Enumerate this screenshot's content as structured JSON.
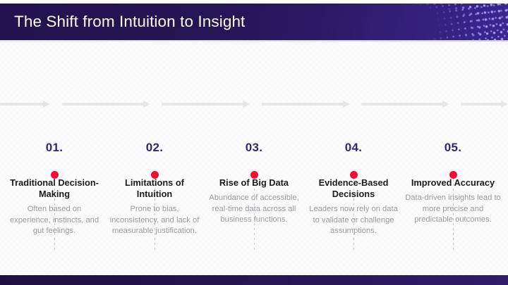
{
  "header": {
    "title": "The Shift from Intuition to Insight",
    "bg_color_start": "#22134f",
    "bg_color_end": "#3a2790",
    "title_color": "#ffffff",
    "dot_pattern_color": "#9687eb"
  },
  "timeline": {
    "accent_color": "#fa0a32",
    "track_color": "#e6e6e8",
    "number_color": "#2f2a70",
    "connector_color": "#c9c9cf",
    "steps": [
      {
        "number": "01.",
        "title": "Traditional Decision-Making",
        "description": "Often based on experience, instincts, and gut feelings."
      },
      {
        "number": "02.",
        "title": "Limitations of Intuition",
        "description": "Prone to bias, inconsistency, and lack of measurable justification."
      },
      {
        "number": "03.",
        "title": "Rise of Big Data",
        "description": "Abundance of accessible, real-time data across all business functions."
      },
      {
        "number": "04.",
        "title": "Evidence-Based Decisions",
        "description": "Leaders now rely on data to validate or challenge assumptions."
      },
      {
        "number": "05.",
        "title": "Improved Accuracy",
        "description": "Data-driven insights lead to more precise and predictable outcomes."
      }
    ]
  },
  "footer": {
    "bg_color": "#24154f"
  },
  "canvas": {
    "background_color": "#fcfcfd"
  }
}
